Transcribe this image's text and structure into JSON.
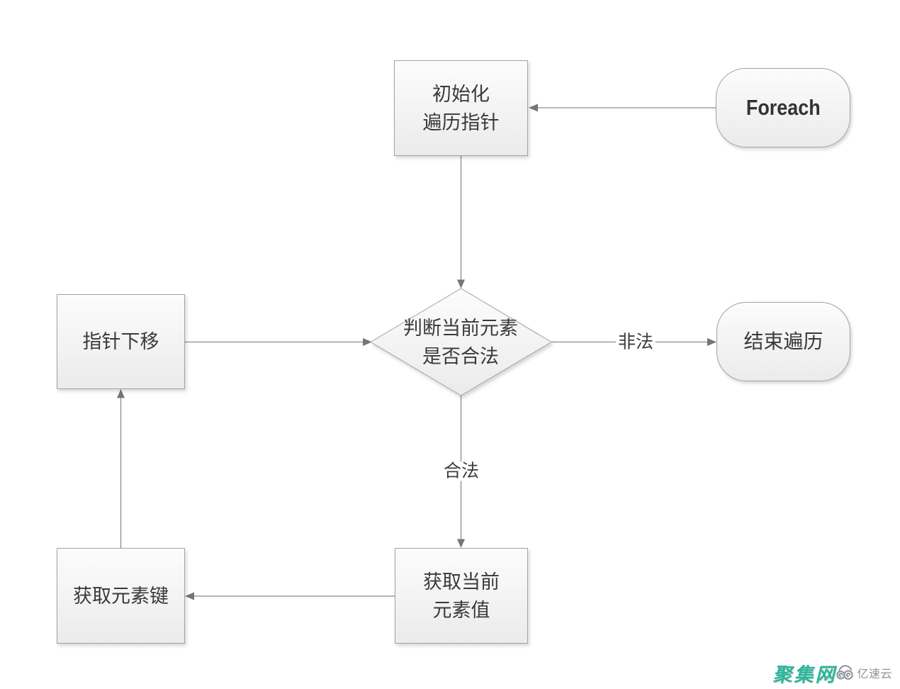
{
  "colors": {
    "node_border": "#a3a3a3",
    "node_fill_top": "#fcfcfc",
    "node_fill_bottom": "#ebebeb",
    "line": "#8c8c8c",
    "arrow": "#757575",
    "node_text": "#3a3a3a",
    "label_text": "#3c3c3c",
    "brand_teal": "#2db49a",
    "brand_gray": "#8d929b",
    "page_bg": "#ffffff"
  },
  "flowchart": {
    "nodes": {
      "foreach": {
        "label": "Foreach",
        "type": "terminator"
      },
      "init": {
        "line1": "初始化",
        "line2": "遍历指针",
        "type": "process"
      },
      "judge": {
        "line1": "判断当前元素",
        "line2": "是否合法",
        "type": "decision"
      },
      "end": {
        "label": "结束遍历",
        "type": "terminator"
      },
      "move_pointer": {
        "label": "指针下移",
        "type": "process"
      },
      "get_value": {
        "line1": "获取当前",
        "line2": "元素值",
        "type": "process"
      },
      "get_key": {
        "label": "获取元素键",
        "type": "process"
      }
    },
    "edge_labels": {
      "illegal": "非法",
      "legal": "合法"
    }
  },
  "watermark": {
    "site_name": "聚集网",
    "brand_name": "亿速云"
  }
}
